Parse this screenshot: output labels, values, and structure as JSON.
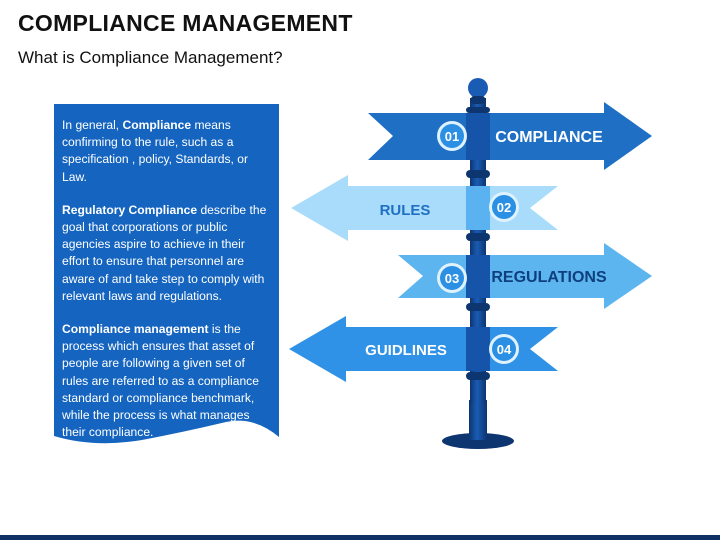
{
  "header": {
    "title": "COMPLIANCE MANAGEMENT",
    "subtitle": "What is Compliance Management?"
  },
  "info_card": {
    "paragraphs": [
      {
        "lead": "In general, ",
        "term": "Compliance",
        "body": " means confirming to the rule, such as a specification , policy, Standards, or Law."
      },
      {
        "lead": "",
        "term": "Regulatory Compliance",
        "body": " describe the goal that corporations or public agencies aspire to achieve in their effort to ensure that personnel are aware of and take step to comply with relevant laws and regulations."
      },
      {
        "lead": "",
        "term": "Compliance management",
        "body": " is the process which ensures that asset of people are following a given set of rules are referred to as a compliance standard or compliance benchmark, while the process is what manages their compliance."
      }
    ]
  },
  "signs": [
    {
      "number": "01",
      "label": "COMPLIANCE",
      "direction": "right",
      "color": "#1f6fc4",
      "text_color": "#ffffff"
    },
    {
      "number": "02",
      "label": "RULES",
      "direction": "left",
      "color": "#a9dcfa",
      "text_color": "#1f6fc4"
    },
    {
      "number": "03",
      "label": "REGULATIONS",
      "direction": "right",
      "color": "#5db5ef",
      "text_color": "#0e3f7e"
    },
    {
      "number": "04",
      "label": "GUIDLINES",
      "direction": "left",
      "color": "#2f92e6",
      "text_color": "#ffffff"
    }
  ],
  "colors": {
    "card": "#1565c0",
    "post_dark": "#0d3570",
    "post_mid": "#1554a8",
    "badge_fill": "#2b8fe3",
    "badge_ring": "#dff2ff",
    "bottom_bar": "#0d2f63"
  }
}
